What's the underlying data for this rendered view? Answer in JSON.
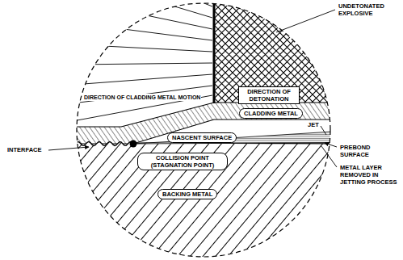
{
  "diagram": {
    "nodes": [
      {
        "text": [
          "DIRECTION OF DETONATION"
        ]
      },
      {
        "text": [
          "CLADDING METAL"
        ]
      },
      {
        "text": [
          "NASCENT SURFACE"
        ]
      },
      {
        "text": [
          "COLLISION POINT (STAGNATION POINT)"
        ]
      },
      {
        "text": [
          "BACKING METAL"
        ]
      }
    ],
    "labels": [
      "UNDETONATED EXPLOSIVE",
      "DIRECTION OF CLADDING METAL MOTION",
      "JET",
      "INTERFACE",
      "PREBOND SURFACE",
      "METAL LAYER REMOVED IN JETTING PROCESS"
    ]
  }
}
